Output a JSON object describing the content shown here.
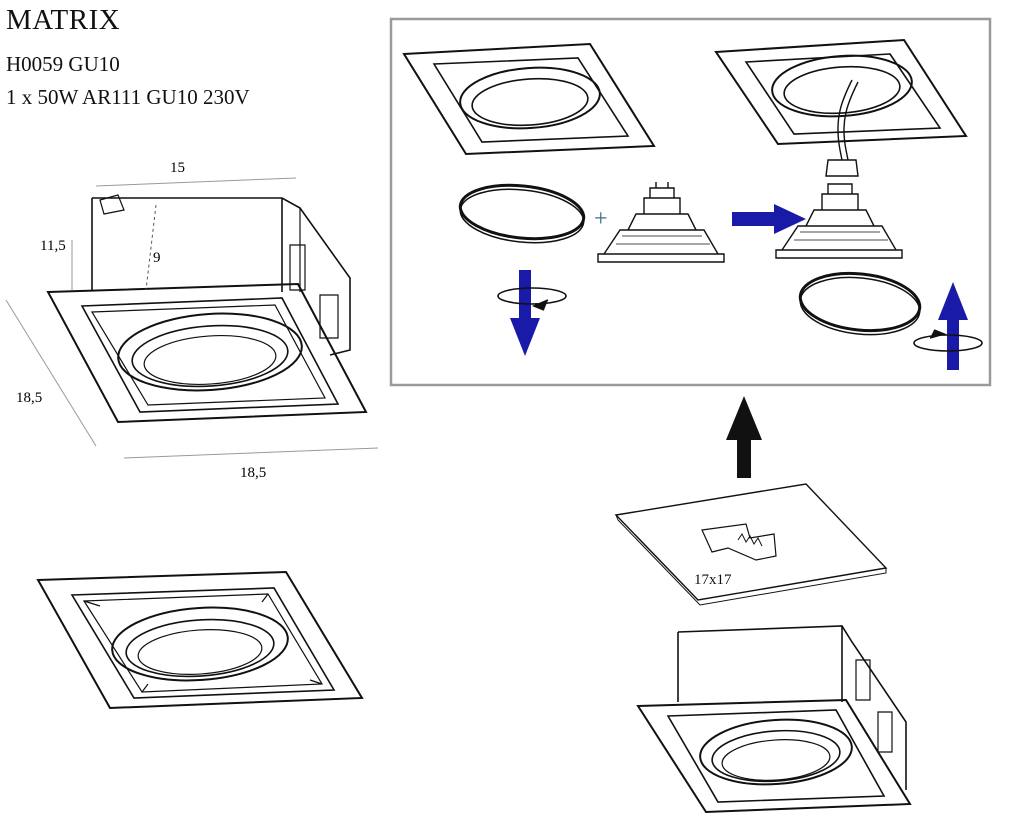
{
  "header": {
    "title": "MATRIX",
    "code": "H0059 GU10",
    "spec": "1 x 50W AR111 GU10 230V"
  },
  "dimensions": {
    "width_top": "15",
    "height_side": "11,5",
    "depth_inner": "9",
    "frame_side": "18,5",
    "frame_front": "18,5"
  },
  "cutout": {
    "label": "17x17"
  },
  "assembly": {
    "plus_sign": "+"
  },
  "colors": {
    "arrow_blue": "#1a1aa8",
    "arrow_black": "#111111",
    "panel_border": "#9a9a9a",
    "line": "#111111"
  },
  "icons": {
    "down_arrow": "blue-down-arrow-icon",
    "up_arrow": "blue-up-arrow-icon",
    "right_arrow": "blue-right-arrow-icon",
    "rotate": "rotate-icon",
    "insert_arrow": "black-up-arrow-icon"
  }
}
